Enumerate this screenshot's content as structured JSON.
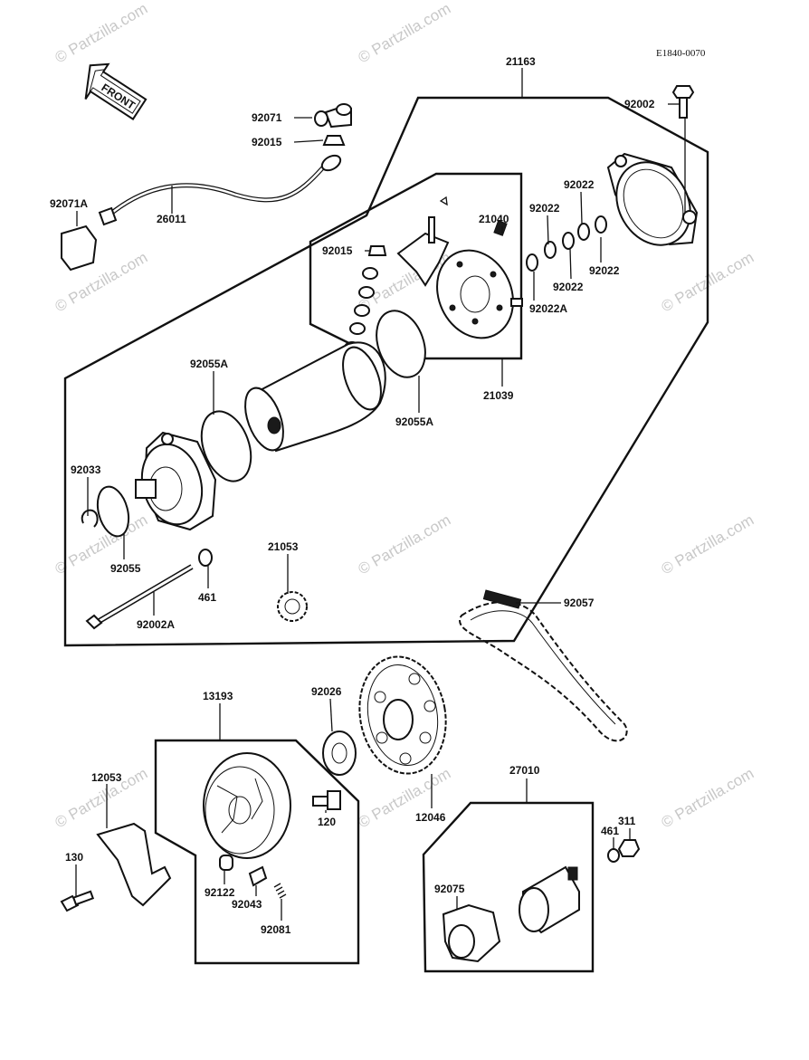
{
  "drawing_number": "E1840-0070",
  "front_label": "FRONT",
  "watermark": "© Partzilla.com",
  "callouts": {
    "c21163": "21163",
    "c92002": "92002",
    "c92071": "92071",
    "c92015a": "92015",
    "c92071A": "92071A",
    "c26011": "26011",
    "c21040": "21040",
    "c92022a": "92022",
    "c92022b": "92022",
    "c92022c": "92022",
    "c92022d": "92022",
    "c92015b": "92015",
    "c92022A": "92022A",
    "c92055Aa": "92055A",
    "c92055Ab": "92055A",
    "c21039": "21039",
    "c92033": "92033",
    "c92055": "92055",
    "c21053": "21053",
    "c461a": "461",
    "c92002A": "92002A",
    "c92057": "92057",
    "c13193": "13193",
    "c92026": "92026",
    "c12053": "12053",
    "c120": "120",
    "c12046": "12046",
    "c27010": "27010",
    "c130": "130",
    "c311": "311",
    "c461b": "461",
    "c92122": "92122",
    "c92043": "92043",
    "c92075": "92075",
    "c92081": "92081"
  }
}
